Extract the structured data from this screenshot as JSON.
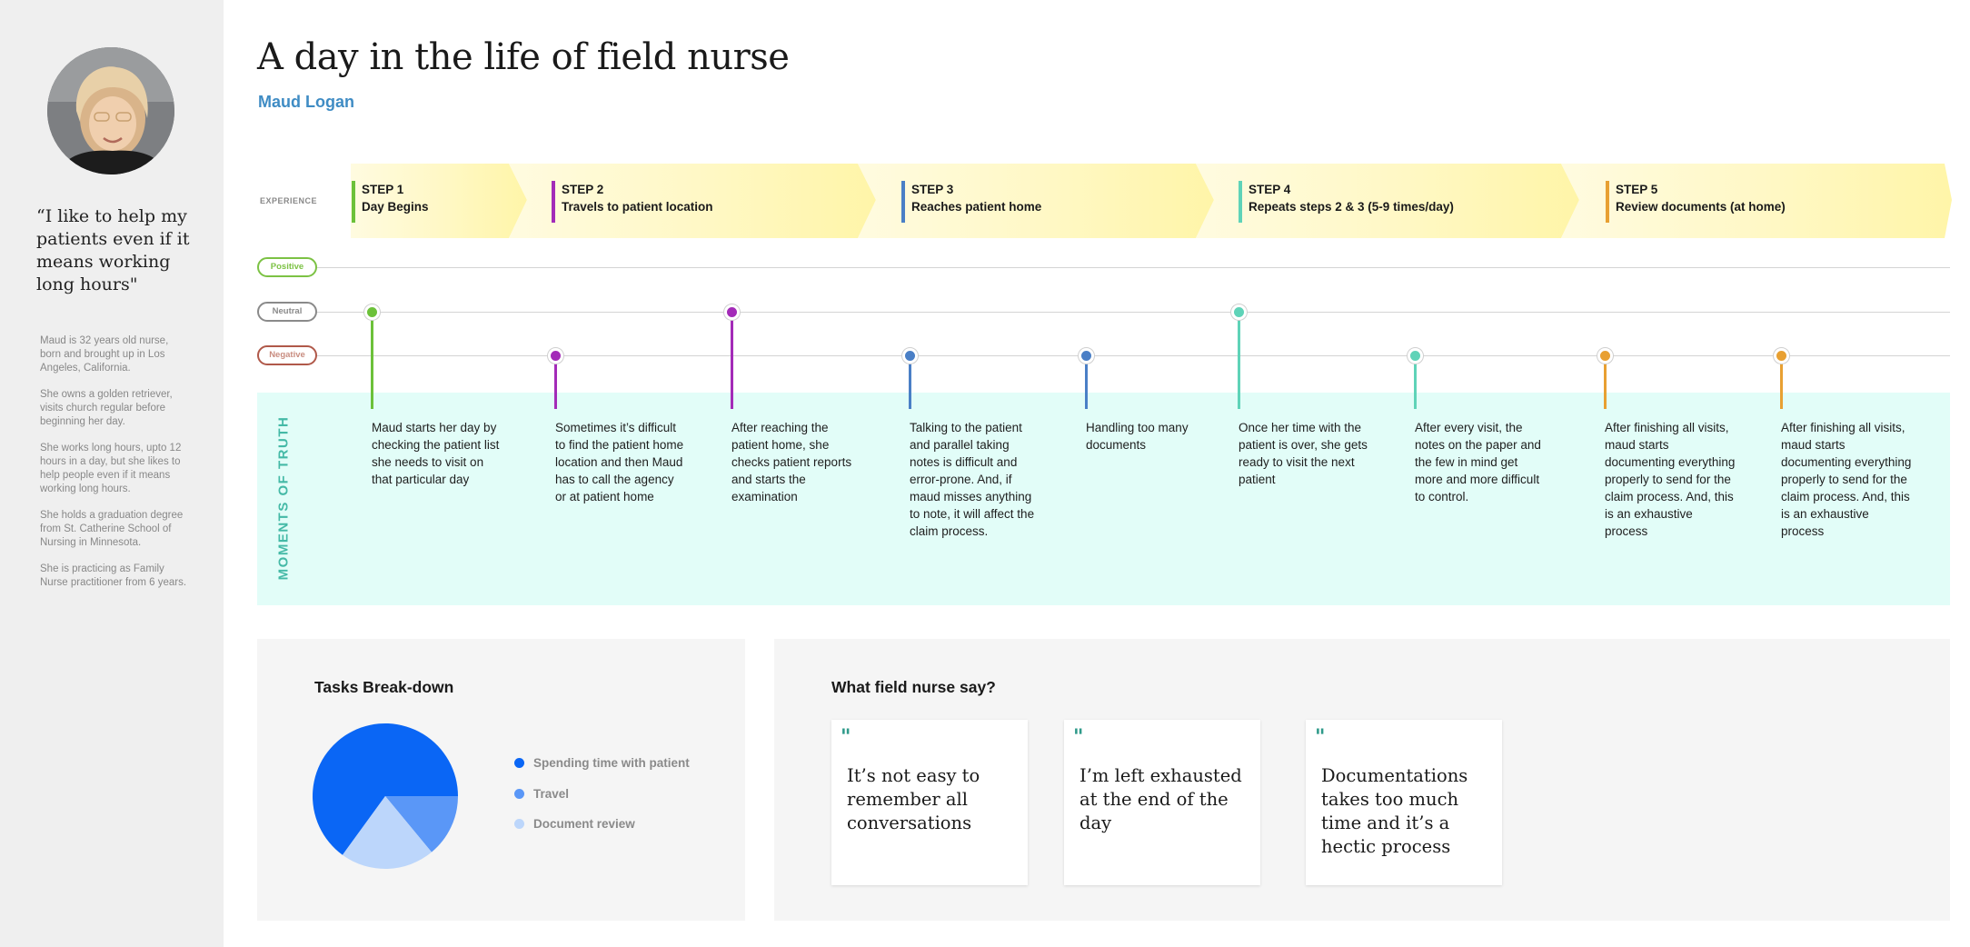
{
  "persona": {
    "quote": "“I like to help my patients even if it means working long hours\"",
    "bio": [
      "Maud is 32 years old nurse, born and brought up in Los Angeles, California.",
      "She owns a golden retriever, visits church regular before beginning her day.",
      "She works long hours, upto 12 hours in a day, but she likes to help people even if it means working long hours.",
      "She holds a graduation degree from St. Catherine School of Nursing in Minnesota.",
      "She is practicing as Family Nurse practitioner from 6 years."
    ]
  },
  "header": {
    "title": "A day in the life of field nurse",
    "name": "Maud Logan"
  },
  "experience_label": "EXPERIENCE",
  "steps": [
    {
      "step": "STEP 1",
      "label": "Day Begins",
      "color": "#6cc13a"
    },
    {
      "step": "STEP 2",
      "label": "Travels to patient location",
      "color": "#a32bb8"
    },
    {
      "step": "STEP 3",
      "label": "Reaches patient home",
      "color": "#4a7fc6"
    },
    {
      "step": "STEP 4",
      "label": "Repeats steps 2 & 3  (5-9 times/day)",
      "color": "#5fd3b8"
    },
    {
      "step": "STEP 5",
      "label": "Review documents (at home)",
      "color": "#e8a032"
    }
  ],
  "emotions": {
    "positive": {
      "label": "Positive",
      "color": "#7cc244"
    },
    "neutral": {
      "label": "Neutral",
      "color": "#8a8a8a"
    },
    "negative": {
      "label": "Negative",
      "color": "#b0594a"
    }
  },
  "moments_label": "MOMENTS OF TRUTH",
  "moments": [
    {
      "text": "Maud starts her day by checking the patient list she needs to visit on that particular day",
      "level": "neutral",
      "color": "#6cc13a"
    },
    {
      "text": "Sometimes it’s difficult to find the patient home location and then Maud has to call the agency or at patient home",
      "level": "negative",
      "color": "#a32bb8"
    },
    {
      "text": "After reaching the patient home, she checks patient reports and starts the examination",
      "level": "neutral",
      "color": "#a32bb8"
    },
    {
      "text": "Talking to the patient and parallel taking notes is difficult and error-prone. And, if maud misses anything to note, it will affect the claim process.",
      "level": "negative",
      "color": "#4a7fc6"
    },
    {
      "text": "Handling too many documents",
      "level": "negative",
      "color": "#4a7fc6"
    },
    {
      "text": "Once her time with the patient is over, she gets ready to visit the next patient",
      "level": "neutral",
      "color": "#5fd3b8"
    },
    {
      "text": "After every visit, the notes on the paper and the few in mind get more and more difficult to control.",
      "level": "negative",
      "color": "#5fd3b8"
    },
    {
      "text": "After finishing all visits, maud starts documenting everything properly to send for the claim process. And, this is an exhaustive process",
      "level": "negative",
      "color": "#e8a032"
    },
    {
      "text": "After finishing all visits, maud starts documenting everything properly to send for the claim process. And, this is an exhaustive process",
      "level": "negative",
      "color": "#e8a032"
    }
  ],
  "tasks": {
    "title": "Tasks Break-down",
    "legend": [
      {
        "label": "Spending time with patient",
        "color": "#0a66f5"
      },
      {
        "label": "Travel",
        "color": "#5a97f7"
      },
      {
        "label": "Document review",
        "color": "#bcd6fb"
      }
    ]
  },
  "chart_data": {
    "type": "pie",
    "categories": [
      "Spending time with patient",
      "Travel",
      "Document review"
    ],
    "values": [
      65,
      14,
      21
    ],
    "colors": [
      "#0a66f5",
      "#5a97f7",
      "#bcd6fb"
    ]
  },
  "voices": {
    "title": "What field nurse say?",
    "quote_mark": "\"",
    "cards": [
      {
        "text": "It’s not easy to remember all conversations"
      },
      {
        "text": "I’m left exhausted at the end of the day"
      },
      {
        "text": "Documentations takes too much time and it’s a hectic process"
      }
    ]
  }
}
